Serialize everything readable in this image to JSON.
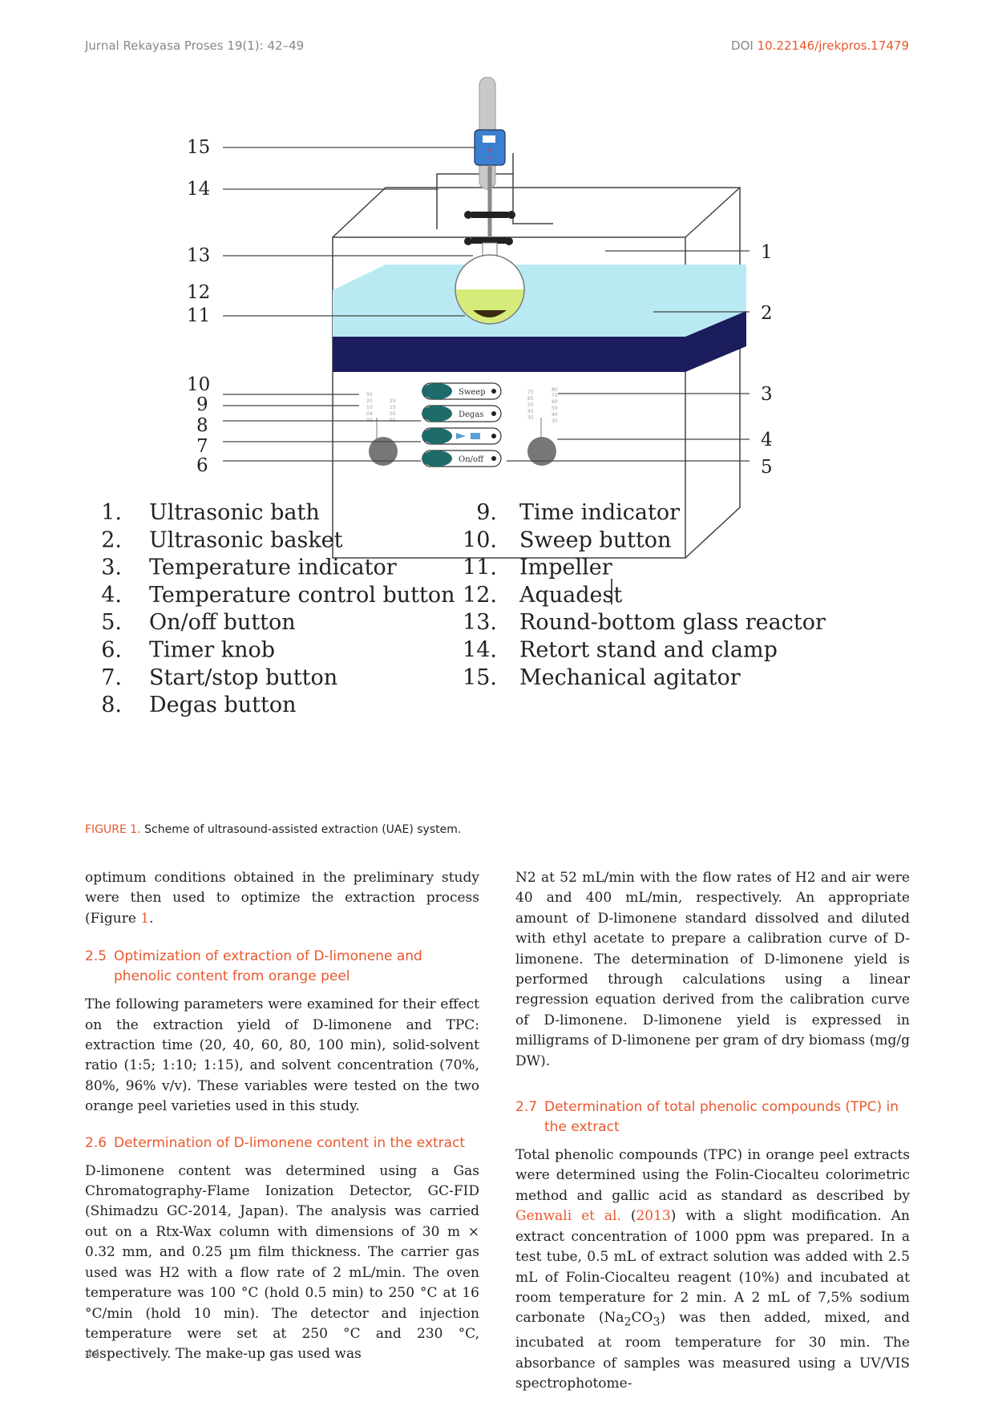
{
  "header": {
    "journal": "Jurnal Rekayasa Proses 19(1): 42–49",
    "doi_prefix": "DOI ",
    "doi": "10.22146/jrekpros.17479"
  },
  "figure": {
    "left_numbers": [
      "15",
      "14",
      "13",
      "12",
      "11",
      "10",
      "9",
      "8",
      "7",
      "6"
    ],
    "right_numbers": [
      "1",
      "2",
      "3",
      "4",
      "5"
    ],
    "panel_buttons": [
      "Sweep",
      "Degas",
      "",
      "On/off"
    ],
    "legend_left": [
      {
        "num": "1.",
        "text": "Ultrasonic bath"
      },
      {
        "num": "2.",
        "text": "Ultrasonic basket"
      },
      {
        "num": "3.",
        "text": "Temperature indicator"
      },
      {
        "num": "4.",
        "text": "Temperature control button"
      },
      {
        "num": "5.",
        "text": "On/off button"
      },
      {
        "num": "6.",
        "text": "Timer knob"
      },
      {
        "num": "7.",
        "text": "Start/stop button"
      },
      {
        "num": "8.",
        "text": "Degas button"
      }
    ],
    "legend_right": [
      {
        "num": "9.",
        "text": "Time indicator"
      },
      {
        "num": "10.",
        "text": "Sweep button"
      },
      {
        "num": "11.",
        "text": "Impeller"
      },
      {
        "num": "12.",
        "text": "Aquadest"
      },
      {
        "num": "13.",
        "text": "Round-bottom glass reactor"
      },
      {
        "num": "14.",
        "text": "Retort stand and clamp"
      },
      {
        "num": "15.",
        "text": "Mechanical agitator"
      }
    ],
    "colors": {
      "water": "#b9eaf4",
      "basket": "#1b1d5c",
      "flask_liquid": "#d6ec7a",
      "agitator": "#3b7fd0",
      "button": "#1e6b6b"
    }
  },
  "caption": {
    "label": "FIGURE 1.",
    "text": " Scheme of ultrasound-assisted extraction (UAE) system."
  },
  "left_column": {
    "p1_text": "optimum conditions obtained in the preliminary study were then used to optimize the extraction process (Figure ",
    "p1_ref": "1",
    "p1_end": ".",
    "s25_num": "2.5",
    "s25_title": "Optimization of extraction of D-limonene and phenolic content from orange peel",
    "p2": "The following parameters were examined for their effect on the extraction yield of D-limonene and TPC: extraction time (20, 40, 60, 80, 100 min), solid-solvent ratio (1:5; 1:10; 1:15), and solvent concentration (70%, 80%, 96% v/v). These variables were tested on the two orange peel varieties used in this study.",
    "s26_num": "2.6",
    "s26_title": "Determination of D-limonene content in the extract",
    "p3": "D-limonene content was determined using a Gas Chromatography-Flame Ionization Detector, GC-FID (Shimadzu GC-2014, Japan). The analysis was carried out on a Rtx-Wax column with dimensions of 30 m × 0.32 mm, and 0.25 µm film thickness. The carrier gas used was H2 with a flow rate of 2 mL/min. The oven temperature was 100 °C (hold 0.5 min) to 250 °C at 16 °C/min (hold 10 min). The detector and injection temperature were set at 250 °C and 230 °C, respectively. The make-up gas used was"
  },
  "right_column": {
    "p1": "N2 at 52 mL/min with the flow rates of H2 and air were 40 and 400 mL/min, respectively. An appropriate amount of D-limonene standard dissolved and diluted with ethyl acetate to prepare a calibration curve of D-limonene. The determination of D-limonene yield is performed through calculations using a linear regression equation derived from the calibration curve of D-limonene. D-limonene yield is expressed in milligrams of D-limonene per gram of dry biomass (mg/g DW).",
    "s27_num": "2.7",
    "s27_title": "Determination of total phenolic compounds (TPC) in the extract",
    "p2_a": "Total phenolic compounds (TPC) in orange peel extracts were determined using the Folin-Ciocalteu colorimetric method and gallic acid as standard as described by ",
    "p2_ref1": "Genwali et al.",
    "p2_b": " (",
    "p2_ref2": "2013",
    "p2_c": ") with a slight modification. An extract concentration of 1000 ppm was prepared. In a test tube, 0.5 mL of extract solution was added with 2.5 mL of Folin-Ciocalteu reagent (10%) and incubated at room temperature for 2 min. A 2 mL of 7,5% sodium carbonate (Na",
    "p2_sub1": "2",
    "p2_d": "CO",
    "p2_sub2": "3",
    "p2_e": ") was then added, mixed, and incubated at room temperature for 30 min. The absorbance of samples was measured using a UV/VIS spectrophotome-"
  },
  "page_number": "44"
}
